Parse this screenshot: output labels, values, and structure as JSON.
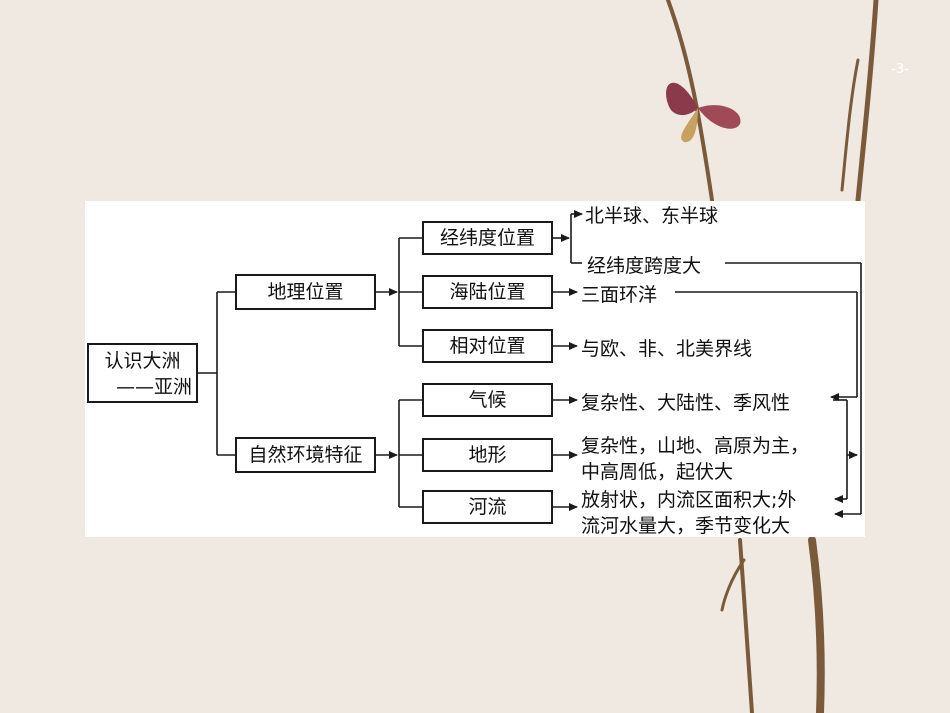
{
  "page": {
    "number": "-3-"
  },
  "diagram": {
    "root": {
      "line1": "认识大洲",
      "line2": "——亚洲"
    },
    "branches": [
      {
        "label": "地理位置",
        "children": [
          {
            "label": "经纬度位置",
            "notes": [
              "北半球、东半球",
              "经纬度跨度大"
            ]
          },
          {
            "label": "海陆位置",
            "notes": [
              "三面环洋"
            ]
          },
          {
            "label": "相对位置",
            "notes": [
              "与欧、非、北美界线"
            ]
          }
        ]
      },
      {
        "label": "自然环境特征",
        "children": [
          {
            "label": "气候",
            "notes": [
              "复杂性、大陆性、季风性"
            ]
          },
          {
            "label": "地形",
            "notes": [
              "复杂性，山地、高原为主，",
              "中高周低，起伏大"
            ]
          },
          {
            "label": "河流",
            "notes": [
              "放射状，内流区面积大;外",
              "流河水量大，季节变化大"
            ]
          }
        ]
      }
    ]
  }
}
